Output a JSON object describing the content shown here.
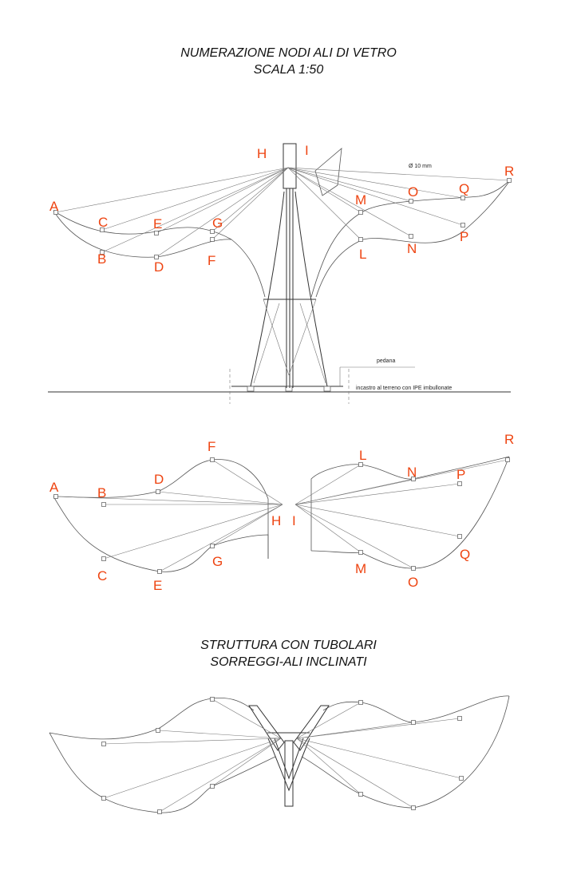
{
  "titles": {
    "main_1": "NUMERAZIONE NODI ALI DI VETRO",
    "main_2": "SCALA 1:50",
    "bottom_1": "STRUTTURA CON TUBOLARI",
    "bottom_2": "SORREGGI-ALI INCLINATI"
  },
  "annotations": {
    "diameter": "Ø 10 mm",
    "pedana": "pedana",
    "incastro": "incastro al terreno con IPE imbullonate"
  },
  "nodes": {
    "A": "A",
    "B": "B",
    "C": "C",
    "D": "D",
    "E": "E",
    "F": "F",
    "G": "G",
    "H": "H",
    "I": "I",
    "L": "L",
    "M": "M",
    "N": "N",
    "O": "O",
    "P": "P",
    "Q": "Q",
    "R": "R"
  },
  "colors": {
    "node_label": "#ee4411",
    "line": "#555555"
  }
}
